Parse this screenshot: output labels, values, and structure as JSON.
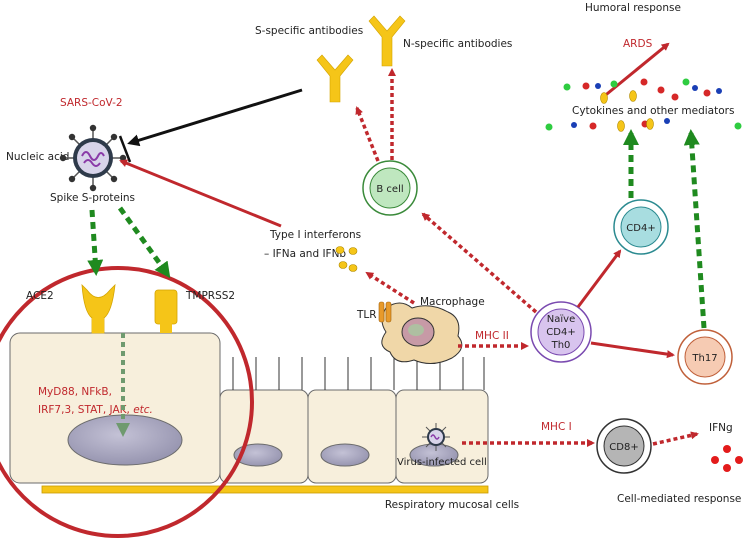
{
  "labels": {
    "humoral_response": "Humoral response",
    "s_specific_antibodies": "S-specific antibodies",
    "n_specific_antibodies": "N-specific antibodies",
    "ards": "ARDS",
    "cytokines": "Cytokines and other mediators",
    "sars_cov_2": "SARS-CoV-2",
    "nucleic_acid": "Nucleic acid",
    "spike_proteins": "Spike S-proteins",
    "b_cell": "B cell",
    "cd4": "CD4+",
    "type1_ifn_line1": "Type I interferons",
    "type1_ifn_line2": "– IFNa and IFNb",
    "ace2": "ACE2",
    "tmprss2": "TMPRSS2",
    "tlr": "TLR",
    "macrophage": "Macrophage",
    "mhc2": "MHC II",
    "naive_line1": "Naïve",
    "naive_line2": "CD4+",
    "naive_line3": "Th0",
    "th17": "Th17",
    "signaling_line1": "MyD88, NFkB,",
    "signaling_line2_a": "IRF7,3, STAT, JAK, ",
    "signaling_line2_b": "etc.",
    "mhc1": "MHC I",
    "virus_infected_cell": "Virus-infected cell",
    "cd8": "CD8+",
    "ifng": "IFNg",
    "cell_mediated_response": "Cell-mediated response",
    "respiratory_mucosal_cells": "Respiratory mucosal cells"
  },
  "colors": {
    "red_arrow": "#c0282d",
    "green_arrow": "#1f8a1f",
    "antibody": "#f5c518",
    "cell_fill": "#f7efdc",
    "nucleus": "#a9a7c0",
    "b_cell": "#bfe7bf",
    "cd4": "#a8dde0",
    "naive": "#d8c4ee",
    "th17": "#f6cbb3",
    "cd8": "#b5b5b5"
  }
}
